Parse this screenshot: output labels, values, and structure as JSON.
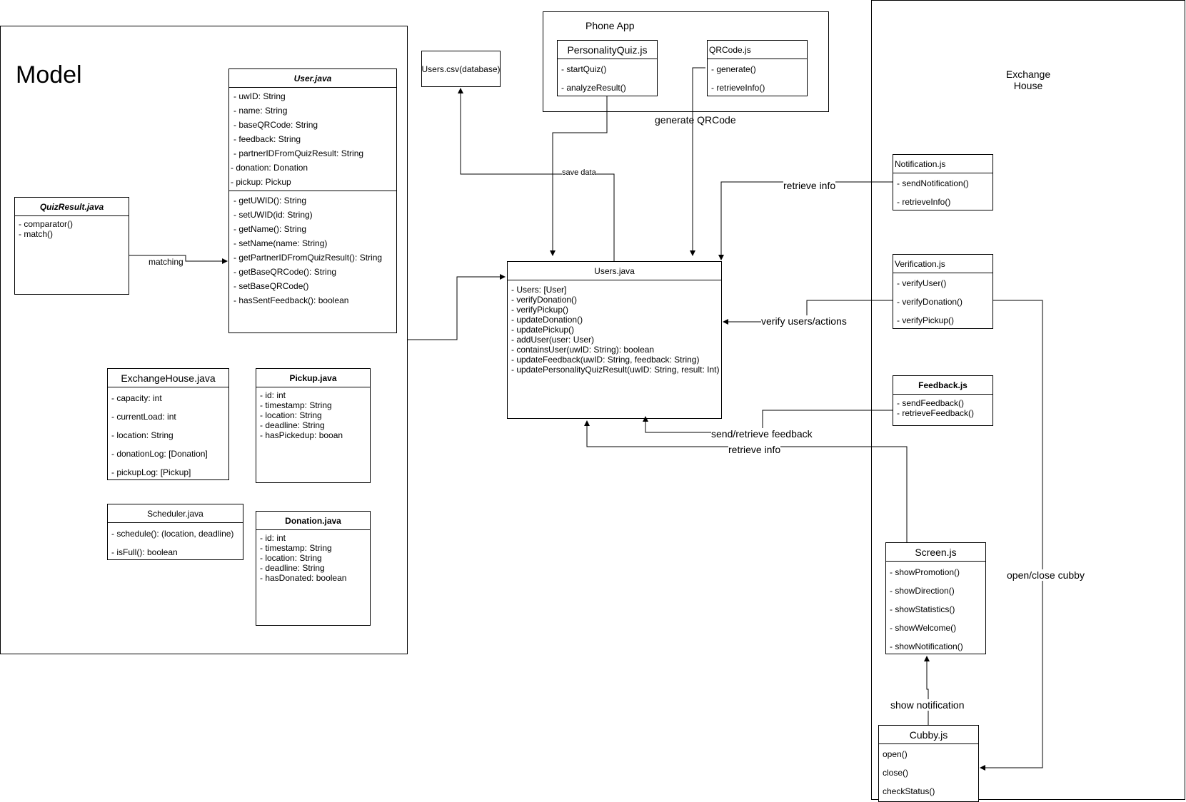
{
  "containers": {
    "model": {
      "title": "Model"
    },
    "phone_app": {
      "title": "Phone App"
    },
    "exchange_house": {
      "title_line1": "Exchange",
      "title_line2": "House"
    }
  },
  "database": {
    "label": "Users.csv(database)"
  },
  "classes": {
    "user": {
      "name": "User.java",
      "fields": [
        "- uwID: String",
        "- name: String",
        "- baseQRCode: String",
        "- feedback: String",
        "- partnerIDFromQuizResult: String",
        "- donation: Donation",
        "- pickup: Pickup"
      ],
      "methods": [
        "- getUWID(): String",
        "- setUWID(id: String)",
        "- getName(): String",
        "- setName(name: String)",
        "- getPartnerIDFromQuizResult(): String",
        "- getBaseQRCode(): String",
        "- setBaseQRCode()",
        "- hasSentFeedback(): boolean"
      ]
    },
    "quiz_result": {
      "name": "QuizResult.java",
      "items": [
        "- comparator()",
        "- match()"
      ]
    },
    "exchange_house": {
      "name": "ExchangeHouse.java",
      "items": [
        "- capacity: int",
        "- currentLoad: int",
        "- location: String",
        "- donationLog: [Donation]",
        "- pickupLog: [Pickup]"
      ]
    },
    "pickup": {
      "name": "Pickup.java",
      "items": [
        "- id: int",
        "- timestamp: String",
        "- location: String",
        "- deadline: String",
        "- hasPickedup: booan"
      ]
    },
    "scheduler": {
      "name": "Scheduler.java",
      "items": [
        "- schedule(): (location, deadline)",
        "- isFull(): boolean"
      ]
    },
    "donation": {
      "name": "Donation.java",
      "items": [
        "- id: int",
        "- timestamp: String",
        "- location: String",
        "- deadline: String",
        "- hasDonated: boolean"
      ]
    },
    "personality_quiz": {
      "name": "PersonalityQuiz.js",
      "items": [
        "- startQuiz()",
        "- analyzeResult()"
      ]
    },
    "qrcode": {
      "name": "QRCode.js",
      "items": [
        "- generate()",
        "- retrieveInfo()"
      ]
    },
    "users": {
      "name": "Users.java",
      "items": [
        "- Users: [User]",
        "- verifyDonation()",
        "- verifyPickup()",
        "- updateDonation()",
        "- updatePickup()",
        "- addUser(user: User)",
        "- containsUser(uwID: String): boolean",
        "- updateFeedback(uwID: String, feedback: String)",
        "- updatePersonalityQuizResult(uwID: String, result: Int)"
      ]
    },
    "notification": {
      "name": "Notification.js",
      "items": [
        "- sendNotification()",
        "- retrieveInfo()"
      ]
    },
    "verification": {
      "name": "Verification.js",
      "items": [
        "- verifyUser()",
        "- verifyDonation()",
        "- verifyPickup()"
      ]
    },
    "feedback": {
      "name": "Feedback.js",
      "items": [
        "- sendFeedback()",
        "- retrieveFeedback()"
      ]
    },
    "screen": {
      "name": "Screen.js",
      "items": [
        "- showPromotion()",
        "- showDirection()",
        "- showStatistics()",
        "- showWelcome()",
        "- showNotification()"
      ]
    },
    "cubby": {
      "name": "Cubby.js",
      "items": [
        "open()",
        "close()",
        "checkStatus()"
      ]
    }
  },
  "edges": {
    "matching": "matching",
    "save_data": "save data",
    "generate_qrcode": "generate QRCode",
    "retrieve_info_notification": "retrieve info",
    "verify_users_actions": "verify users/actions",
    "send_retrieve_feedback": "send/retrieve feedback",
    "retrieve_info_screen": "retrieve info",
    "open_close_cubby": "open/close cubby",
    "show_notification": "show notification"
  }
}
